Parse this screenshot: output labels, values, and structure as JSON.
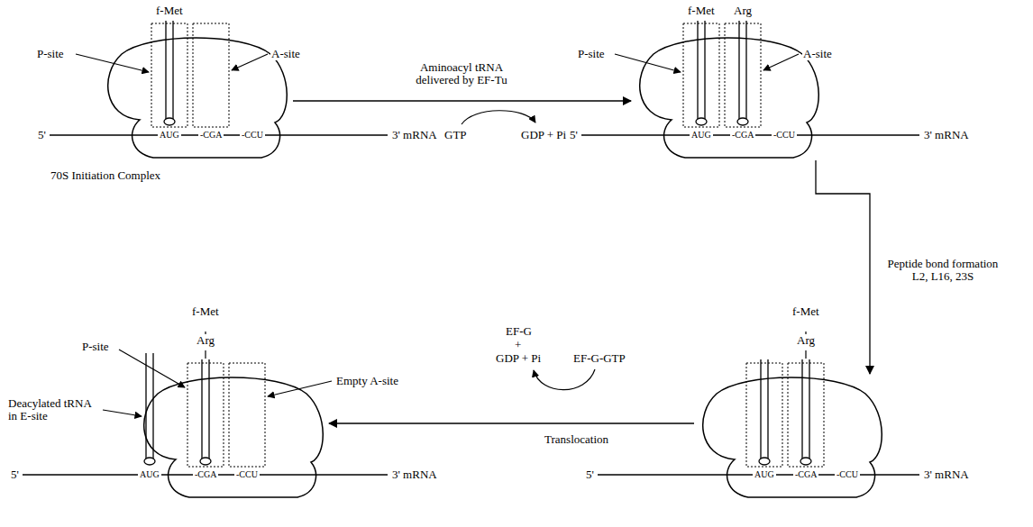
{
  "diagram": {
    "nodes": [
      {
        "text": [
          "AUG",
          "-CGA",
          "-CCU"
        ]
      },
      {
        "text": [
          "AUG",
          "-CGA",
          "-CCU"
        ]
      },
      {
        "text": [
          "AUG",
          "-CGA",
          "-CCU"
        ]
      },
      {
        "text": [
          "-CGA",
          "-CCU"
        ]
      }
    ],
    "edges": [
      {
        "from": 0,
        "to": 1,
        "arrow": "to",
        "label": "Aminoacyl tRNA delivered by EF-Tu"
      },
      {
        "from": 1,
        "to": 2,
        "arrow": "to",
        "label": "Peptide bond formation L2, L16, 23S"
      },
      {
        "from": 2,
        "to": 3,
        "arrow": "to",
        "label": "Translocation"
      }
    ],
    "labels": [
      "f-Met",
      "P-site",
      "A-site",
      "5'",
      "3' mRNA",
      "70S Initiation Complex",
      "GTP",
      "GDP + Pi",
      "f-Met",
      "Arg",
      "P-site",
      "A-site",
      "5'",
      "3' mRNA",
      "EF-G",
      "+",
      "GDP + Pi",
      "EF-G-GTP",
      "f-Met",
      "P-site",
      "Arg",
      "Empty A-site",
      "Deacylated tRNA in E-site",
      "AUG",
      "5'",
      "3' mRNA",
      "f-Met",
      "Arg",
      "5'",
      "3' mRNA"
    ]
  }
}
